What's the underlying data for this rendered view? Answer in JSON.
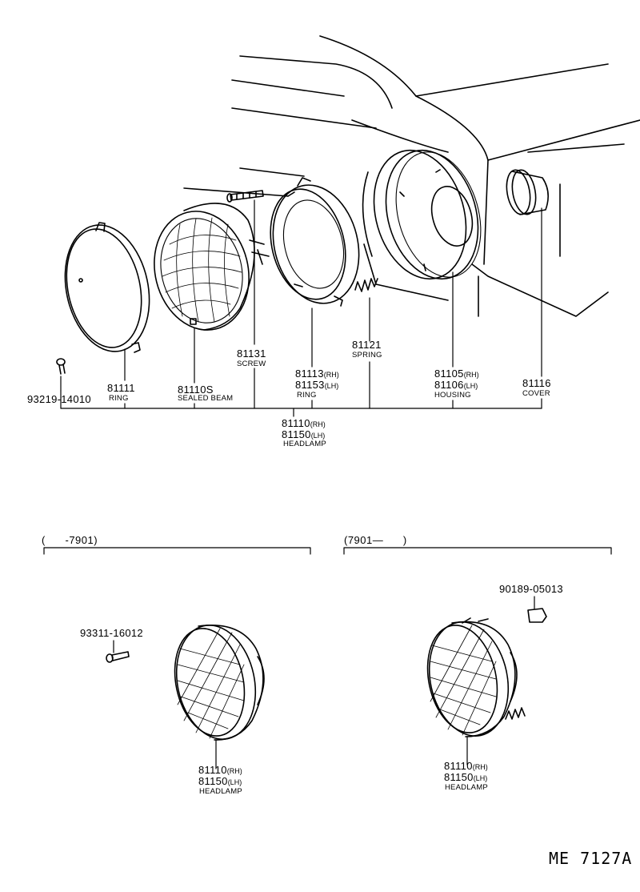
{
  "parts": {
    "bolt_93219": "93219-14010",
    "ring_81111": {
      "num": "81111",
      "name": "RING"
    },
    "sealed_beam": {
      "num": "81110S",
      "name": "SEALED BEAM"
    },
    "screw": {
      "num": "81131",
      "name": "SCREW"
    },
    "ring_81113": {
      "num_rh": "81113",
      "num_lh": "81153",
      "name": "RING"
    },
    "spring": {
      "num": "81121",
      "name": "SPRING"
    },
    "housing": {
      "num_rh": "81105",
      "num_lh": "81106",
      "name": "HOUSING"
    },
    "cover": {
      "num": "81116",
      "name": "COVER"
    },
    "headlamp_main": {
      "num_rh": "81110",
      "num_lh": "81150",
      "name": "HEADLAMP"
    }
  },
  "suffix": {
    "rh": "(RH)",
    "lh": "(LH)"
  },
  "variants": {
    "left": {
      "range": "(      -7901)",
      "bolt": "93311-16012",
      "headlamp": {
        "num_rh": "81110",
        "num_lh": "81150",
        "name": "HEADLAMP"
      }
    },
    "right": {
      "range": "(7901—      )",
      "clip": "90189-05013",
      "headlamp": {
        "num_rh": "81110",
        "num_lh": "81150",
        "name": "HEADLAMP"
      }
    }
  },
  "drawing_code": "ME 7127A"
}
